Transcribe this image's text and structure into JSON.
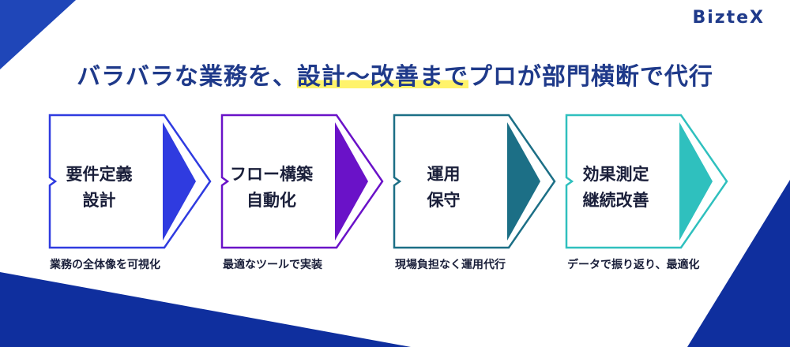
{
  "brand": {
    "logo_text": "BizteX",
    "color_primary": "#1f3a8a",
    "color_highlight": "#fff36b"
  },
  "headline": {
    "before": "バラバラな業務を、",
    "highlight": "設計～改善まで",
    "after": "プロが部門横断で代行"
  },
  "steps": [
    {
      "line1": "要件定義",
      "line2": "設計",
      "caption": "業務の全体像を可視化",
      "color": "#2f3be0"
    },
    {
      "line1": "フロー構築",
      "line2": "自動化",
      "caption": "最適なツールで実装",
      "color": "#6a12c8"
    },
    {
      "line1": "運用",
      "line2": "保守",
      "caption": "現場負担なく運用代行",
      "color": "#1c6f86"
    },
    {
      "line1": "効果測定",
      "line2": "継続改善",
      "caption": "データで振り返り、最適化",
      "color": "#2fc0be"
    }
  ]
}
